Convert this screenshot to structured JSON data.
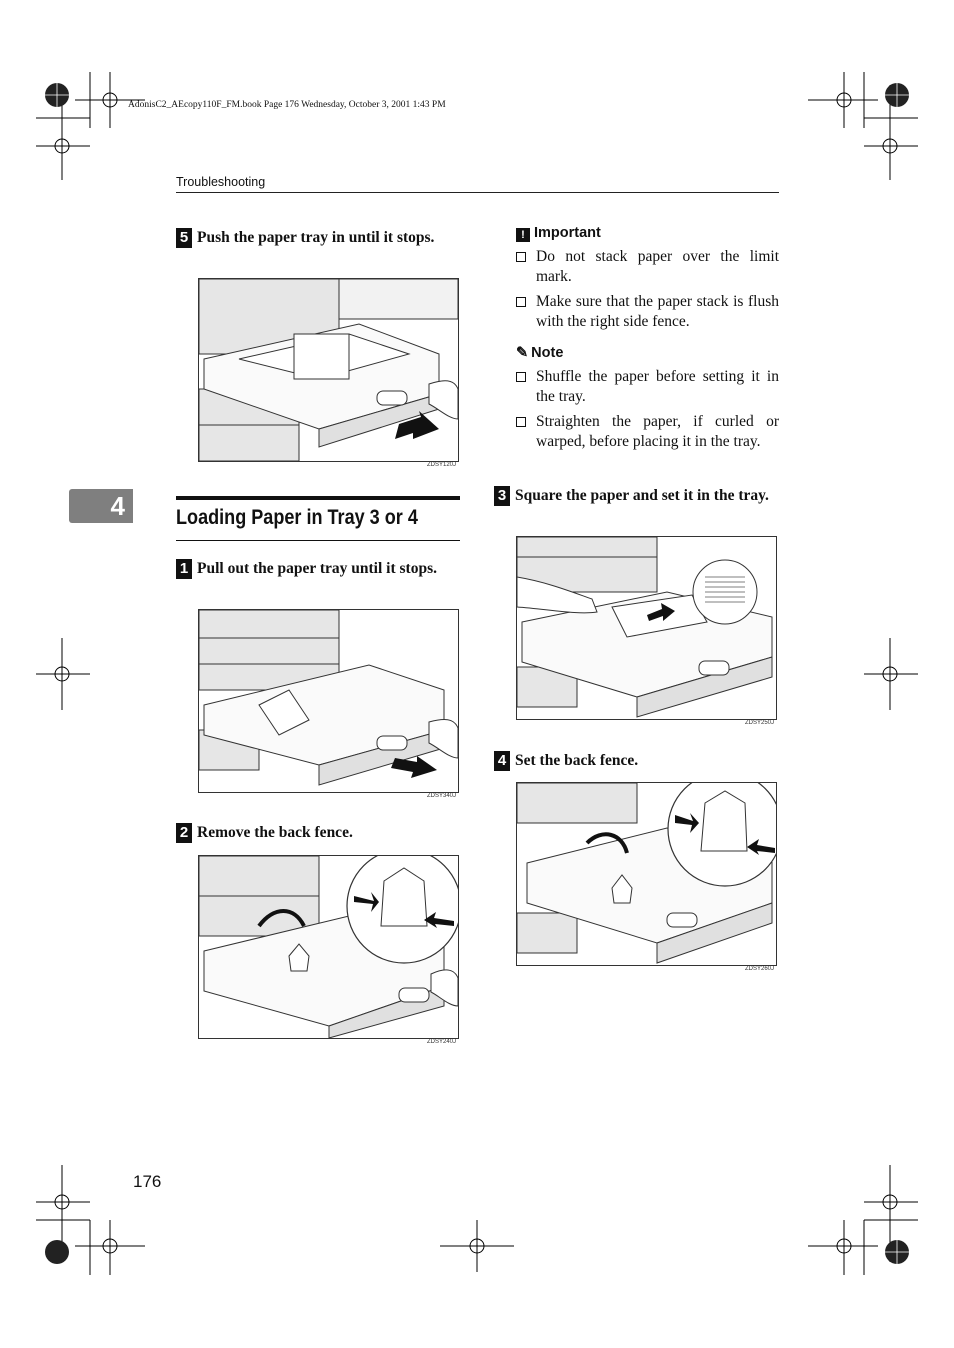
{
  "header": {
    "file_info": "AdonisC2_AEcopy110F_FM.book  Page 176  Wednesday, October 3, 2001  1:43 PM",
    "section": "Troubleshooting"
  },
  "chapter_tab": "4",
  "left_column": {
    "step5": {
      "num": "5",
      "text": "Push the paper tray in until it stops.",
      "fig_code": "ZDSY120J"
    },
    "section_title": "Loading Paper in Tray 3 or 4",
    "step1": {
      "num": "1",
      "text": "Pull out the paper tray until it stops.",
      "fig_code": "ZDSY340J"
    },
    "step2": {
      "num": "2",
      "text": "Remove the back fence.",
      "fig_code": "ZDSY240J"
    }
  },
  "right_column": {
    "important": {
      "heading": "Important",
      "items": [
        "Do not stack paper over the limit mark.",
        "Make sure that the paper stack is flush with the right side fence."
      ]
    },
    "note": {
      "heading": "Note",
      "items": [
        "Shuffle the paper before setting it in the tray.",
        "Straighten the paper, if curled or warped, before placing it in the tray."
      ]
    },
    "step3": {
      "num": "3",
      "text": "Square the paper and set it in the tray.",
      "fig_code": "ZDSY250J"
    },
    "step4": {
      "num": "4",
      "text": "Set the back fence.",
      "fig_code": "ZDSY260J"
    }
  },
  "page_number": "176"
}
